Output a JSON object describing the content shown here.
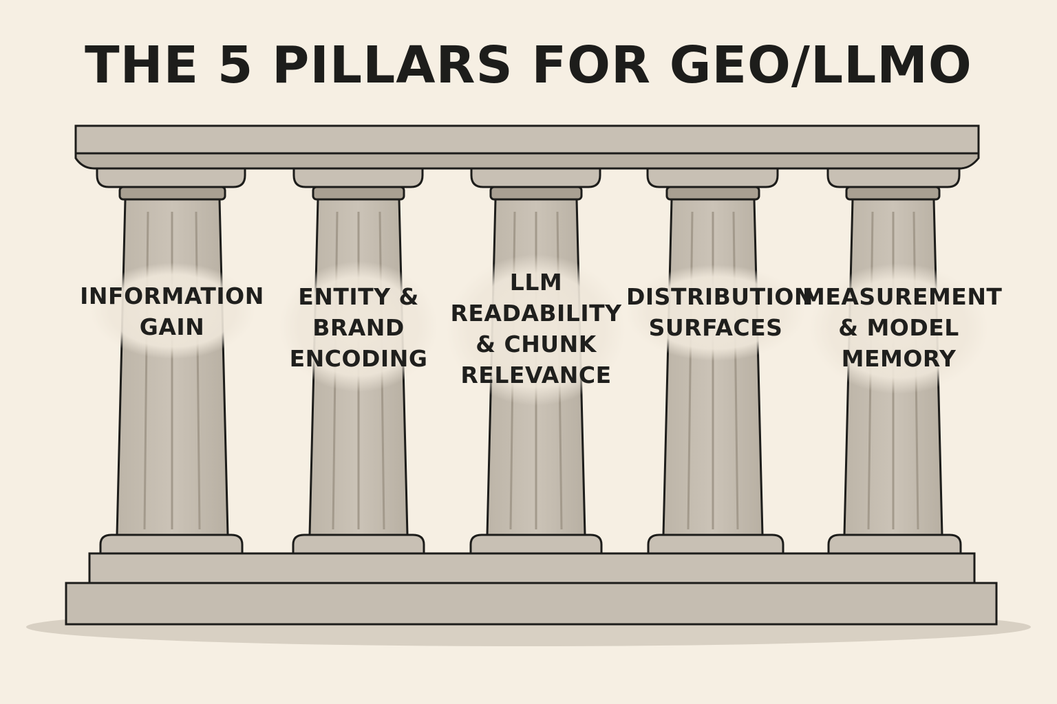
{
  "title": "THE 5 PILLARS FOR GEO/LLMO",
  "colors": {
    "background": "#f6efe3",
    "stone": "#c8c0b4",
    "stone_dark": "#b3aa9d",
    "outline": "#1d1d1b",
    "text": "#1f1f1d"
  },
  "pillars": [
    {
      "label_lines": [
        "INFORMATION",
        "GAIN"
      ]
    },
    {
      "label_lines": [
        "ENTITY &",
        "BRAND",
        "ENCODING"
      ]
    },
    {
      "label_lines": [
        "LLM",
        "READABILITY",
        "& CHUNK",
        "RELEVANCE"
      ]
    },
    {
      "label_lines": [
        "DISTRIBUTION",
        "SURFACES"
      ]
    },
    {
      "label_lines": [
        "MEASUREMENT",
        "& MODEL",
        "MEMORY"
      ]
    }
  ]
}
